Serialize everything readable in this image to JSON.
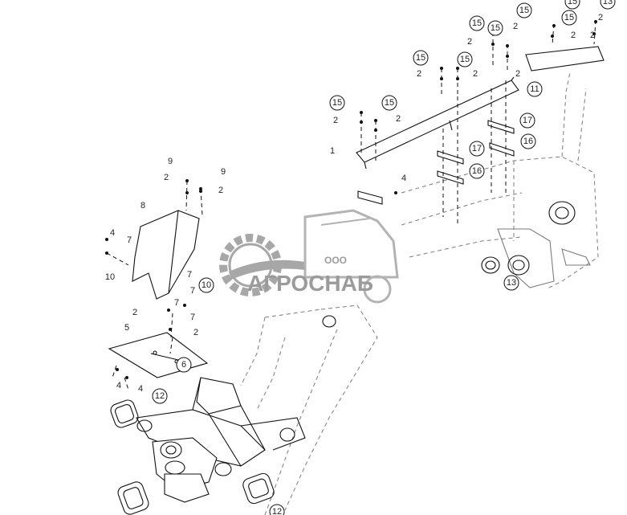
{
  "watermark": {
    "company_prefix": "ООО",
    "company_name": "АГРОСНАБ",
    "icon": "gear-and-field-logo"
  },
  "callouts": [
    {
      "id": "c1",
      "num": "1"
    },
    {
      "id": "c2a",
      "num": "2"
    },
    {
      "id": "c2b",
      "num": "2"
    },
    {
      "id": "c2c",
      "num": "2"
    },
    {
      "id": "c2d",
      "num": "2"
    },
    {
      "id": "c2e",
      "num": "2"
    },
    {
      "id": "c2f",
      "num": "2"
    },
    {
      "id": "c2g",
      "num": "2"
    },
    {
      "id": "c2h",
      "num": "2"
    },
    {
      "id": "c2i",
      "num": "2"
    },
    {
      "id": "c2j",
      "num": "2"
    },
    {
      "id": "c2k",
      "num": "2"
    },
    {
      "id": "c2l",
      "num": "2"
    },
    {
      "id": "c2m",
      "num": "2"
    },
    {
      "id": "c2n",
      "num": "2"
    },
    {
      "id": "c4a",
      "num": "4"
    },
    {
      "id": "c4b",
      "num": "4"
    },
    {
      "id": "c4c",
      "num": "4"
    },
    {
      "id": "c4d",
      "num": "4"
    },
    {
      "id": "c5",
      "num": "5"
    },
    {
      "id": "c6",
      "num": "6"
    },
    {
      "id": "c7a",
      "num": "7"
    },
    {
      "id": "c7b",
      "num": "7"
    },
    {
      "id": "c7c",
      "num": "7"
    },
    {
      "id": "c7d",
      "num": "7"
    },
    {
      "id": "c7e",
      "num": "7"
    },
    {
      "id": "c8",
      "num": "8"
    },
    {
      "id": "c9a",
      "num": "9"
    },
    {
      "id": "c9b",
      "num": "9"
    },
    {
      "id": "c10a",
      "num": "10"
    },
    {
      "id": "c10b",
      "num": "10"
    },
    {
      "id": "c11",
      "num": "11"
    },
    {
      "id": "c12a",
      "num": "12"
    },
    {
      "id": "c12b",
      "num": "12"
    },
    {
      "id": "c13a",
      "num": "13"
    },
    {
      "id": "c13b",
      "num": "13"
    },
    {
      "id": "c15a",
      "num": "15"
    },
    {
      "id": "c15b",
      "num": "15"
    },
    {
      "id": "c15c",
      "num": "15"
    },
    {
      "id": "c15d",
      "num": "15"
    },
    {
      "id": "c15e",
      "num": "15"
    },
    {
      "id": "c15f",
      "num": "15"
    },
    {
      "id": "c15g",
      "num": "15"
    },
    {
      "id": "c15h",
      "num": "15"
    },
    {
      "id": "c15i",
      "num": "15"
    },
    {
      "id": "c16a",
      "num": "16"
    },
    {
      "id": "c16b",
      "num": "16"
    },
    {
      "id": "c17a",
      "num": "17"
    },
    {
      "id": "c17b",
      "num": "17"
    }
  ]
}
